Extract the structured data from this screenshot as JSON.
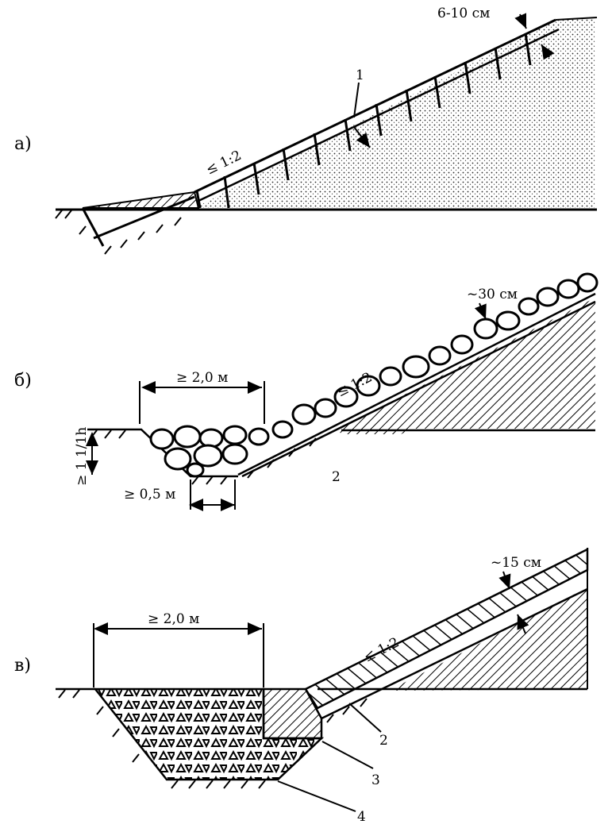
{
  "panel_a": {
    "label": "а)",
    "thickness": "6-10 см",
    "slope": "≤ 1:2",
    "callout_1": "1"
  },
  "panel_b": {
    "label": "б)",
    "berm_width": "≥ 2,0 м",
    "stone_size": "~30 см",
    "slope": "≤ 1:2",
    "depth": "≥ 1 1/1h",
    "toe_width": "≥ 0,5 м",
    "callout_2": "2"
  },
  "panel_c": {
    "label": "в)",
    "berm_width": "≥ 2,0 м",
    "layer_thickness": "~15 см",
    "slope": "≤ 1:2",
    "callout_2": "2",
    "callout_3": "3",
    "callout_4": "4"
  }
}
